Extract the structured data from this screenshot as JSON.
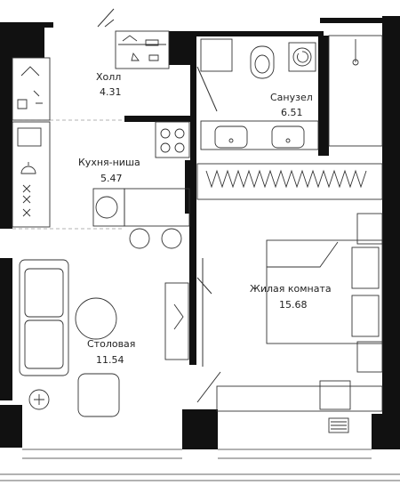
{
  "rooms": {
    "hall": {
      "name": "Холл",
      "area": "4.31"
    },
    "bathroom": {
      "name": "Санузел",
      "area": "6.51"
    },
    "kitchen": {
      "name": "Кухня-ниша",
      "area": "5.47"
    },
    "living": {
      "name": "Жилая комната",
      "area": "15.68"
    },
    "dining": {
      "name": "Столовая",
      "area": "11.54"
    }
  },
  "colors": {
    "wall": "#111111",
    "line": "#333333",
    "dashed": "#9a9a9a",
    "background": "#ffffff"
  }
}
